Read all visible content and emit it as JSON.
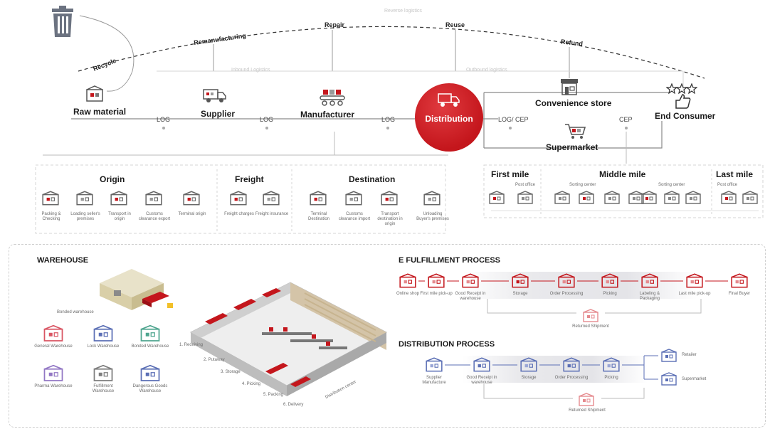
{
  "top": {
    "reverse_logistics_label": "Reverse logistics",
    "inbound_logistics_label": "Inbound Logistics",
    "outbound_logistics_label": "Outbound logistics",
    "loops": {
      "recycle": "Recycle",
      "remanufacturing": "Remanufacturing",
      "repair": "Repair",
      "reuse": "Reuse",
      "refund": "Refund"
    },
    "nodes": {
      "raw_material": "Raw material",
      "supplier": "Supplier",
      "manufacturer": "Manufacturer",
      "distribution": "Distribution",
      "convenience_store": "Convenience store",
      "supermarket": "Supermarket",
      "end_consumer": "End Consumer"
    },
    "links": {
      "log1": "LOG",
      "log2": "LOG",
      "log3": "LOG",
      "log_cep": "LOG/ CEP",
      "cep": "CEP"
    }
  },
  "freight": {
    "origin": {
      "title": "Origin",
      "steps": [
        "Packing & Checking",
        "Loading seller's premises",
        "Transport in origin",
        "Customs clearance export",
        "Terminal origin"
      ]
    },
    "freight": {
      "title": "Freight",
      "steps": [
        "Freight charges",
        "Freight insurance"
      ]
    },
    "destination": {
      "title": "Destination",
      "steps": [
        "Terminal Destination",
        "Customs clearance import",
        "Transport destination in origin",
        "Unloading Buyer's premises"
      ]
    }
  },
  "miles": {
    "first": {
      "title": "First mile",
      "note": "Post office"
    },
    "middle": {
      "title": "Middle mile",
      "note_left": "Sorting center",
      "note_right": "Sorting center"
    },
    "last": {
      "title": "Last mile",
      "note": "Post office"
    }
  },
  "warehouse": {
    "title": "WAREHOUSE",
    "caption": "Bonded warehouse",
    "center_caption": "Distribution center",
    "types": [
      "General Warehouse",
      "Lock Warehouse",
      "Bonded Warehouse",
      "Pharma Warehouse",
      "Fulfillment Warehouse",
      "Dangerous Goods Warehouse"
    ],
    "callouts": [
      "1. Receiving",
      "2. Putaway",
      "3. Storage",
      "4. Picking",
      "5. Packing",
      "6. Delivery"
    ]
  },
  "efulfillment": {
    "title": "E FULFILLMENT PROCESS",
    "steps": [
      "Online shop",
      "First mile pick-up",
      "Good Receipt in warehouse",
      "Storage",
      "Order Processing",
      "Picking",
      "Labeling & Packaging",
      "Last mile pick-up",
      "Final Buyer"
    ],
    "return": "Returned Shipment"
  },
  "distribution_process": {
    "title": "DISTRIBUTION PROCESS",
    "steps": [
      "Supplier Manufacture",
      "Good Receipt in warehouse",
      "Storage",
      "Order Processing",
      "Picking"
    ],
    "outputs": [
      "Retailer",
      "Supermarket"
    ],
    "return": "Returned Shipment"
  },
  "colors": {
    "brand_red": "#c4161c",
    "line_gray": "#8a8a8a",
    "dash_gray": "#cfcfcf",
    "warehouse_colors": [
      "#d95563",
      "#5b6fb5",
      "#4fa58f",
      "#9277c4",
      "#7d7d7d",
      "#5b6fb5"
    ]
  }
}
